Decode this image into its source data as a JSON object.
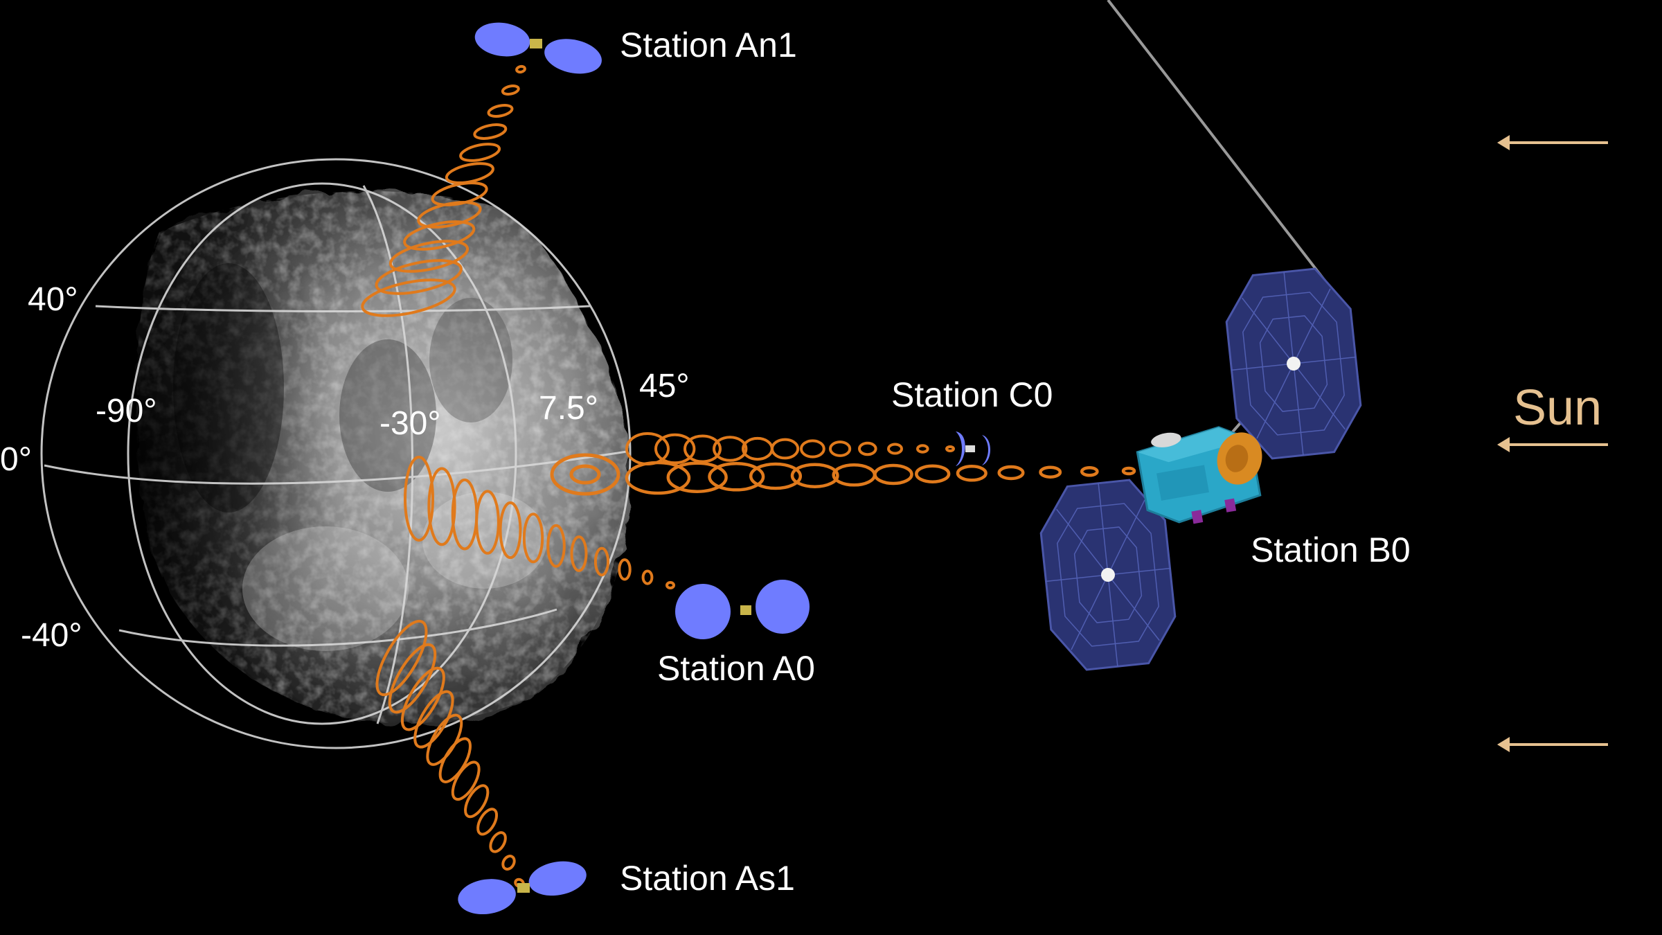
{
  "stations": {
    "an1": "Station An1",
    "c0": "Station C0",
    "b0": "Station B0",
    "a0": "Station A0",
    "as1": "Station As1"
  },
  "latitudes": {
    "n40": "40°",
    "eq": "0°",
    "s40": "-40°"
  },
  "longitudes": {
    "w90": "-90°",
    "w30": "-30°",
    "e7_5": "7.5°",
    "e45": "45°"
  },
  "sun_label": "Sun",
  "colors": {
    "background": "#000000",
    "beam": "#e07a1c",
    "solar_panel": "#2a3372",
    "small_satellite_panel": "#6f7cff",
    "spacecraft_body": "#2aa7c8",
    "dish": "#d98a22",
    "sun_arrow": "#e6c190",
    "grid": "#d8d8d8"
  },
  "icons": [
    "satellite-icon",
    "spacecraft-icon",
    "arrow-left-icon"
  ]
}
